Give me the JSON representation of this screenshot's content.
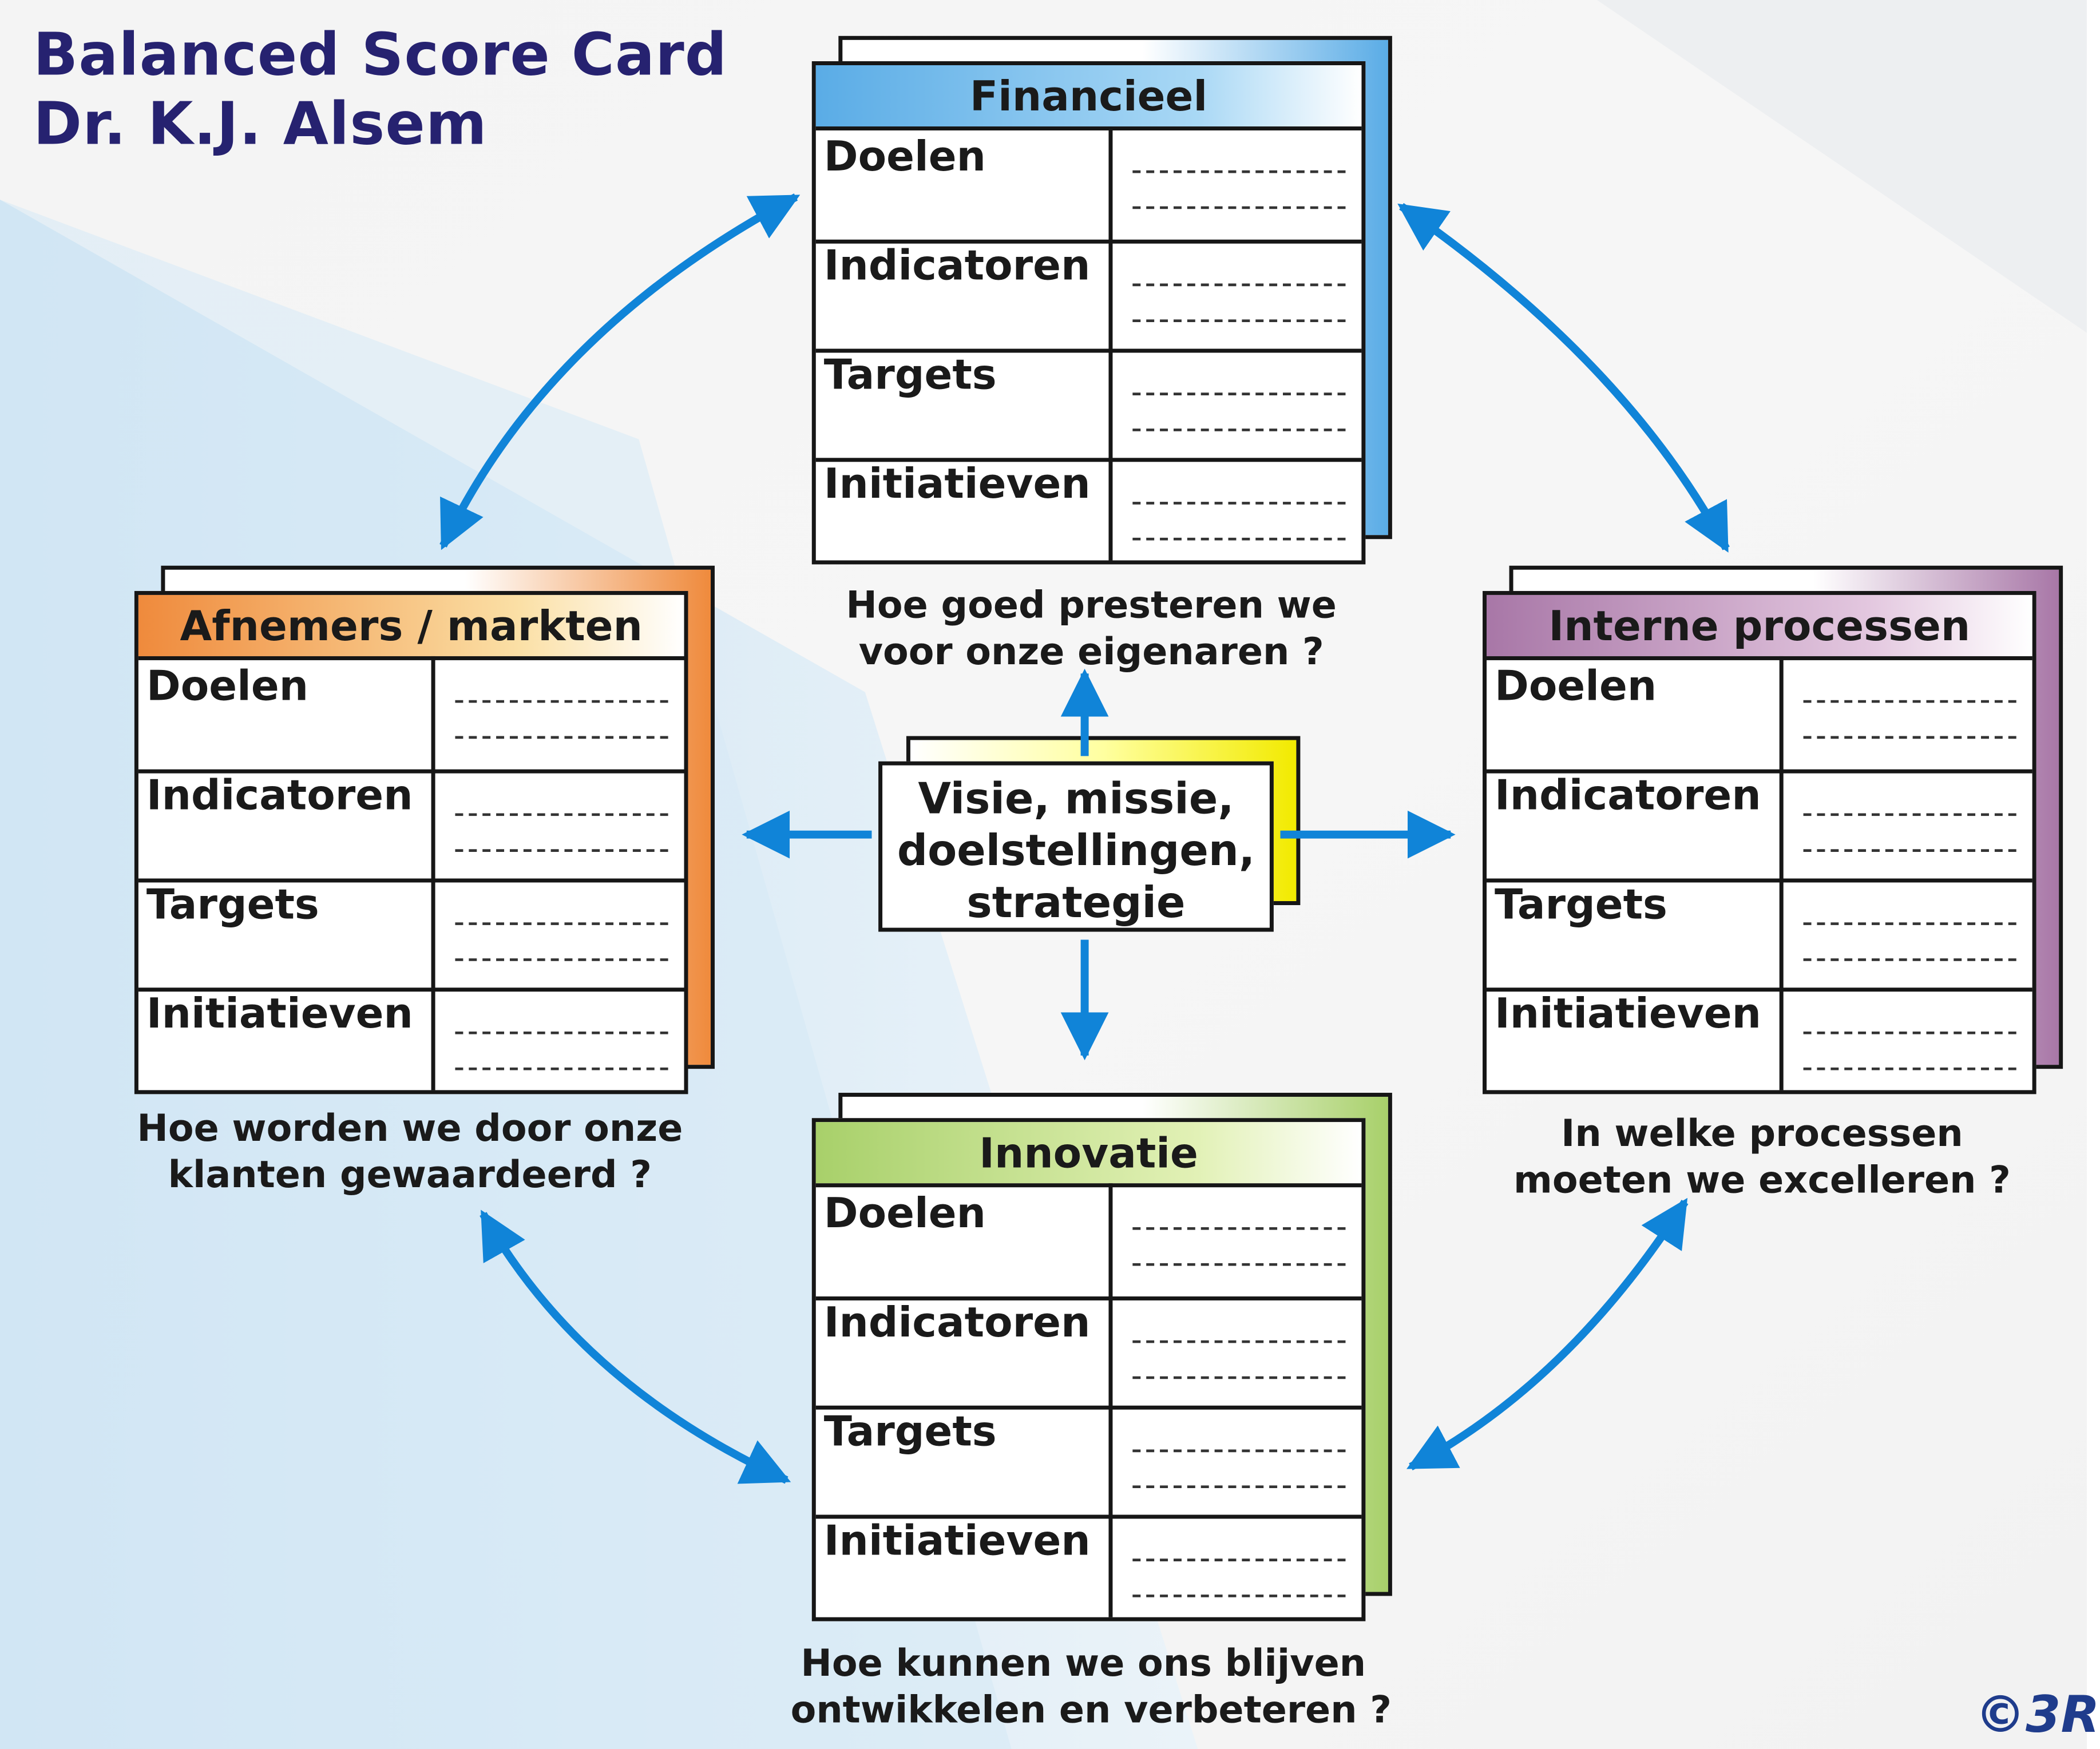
{
  "title": [
    "Balanced Score Card",
    "Dr. K.J. Alsem"
  ],
  "row_labels": [
    "Doelen",
    "Indicatoren",
    "Targets",
    "Initiatieven"
  ],
  "cards": {
    "financieel": {
      "title": "Financieel",
      "question": [
        "Hoe goed presteren we",
        "voor onze eigenaren ?"
      ],
      "accent": "#5aace6",
      "light": "#a9d8f5"
    },
    "afnemers": {
      "title": "Afnemers / markten",
      "question": [
        "Hoe worden we door onze",
        "klanten gewaardeerd ?"
      ],
      "accent": "#ef8a3c",
      "light": "#fbe0a6"
    },
    "intern": {
      "title": "Interne processen",
      "question": [
        "In welke processen",
        "moeten we excelleren ?"
      ],
      "accent": "#a877a7",
      "light": "#e3c7df"
    },
    "innovatie": {
      "title": "Innovatie",
      "question": [
        "Hoe kunnen we ons blijven",
        "ontwikkelen en verbeteren ?"
      ],
      "accent": "#a8d06a",
      "light": "#e2f1b6"
    }
  },
  "center": [
    "Visie, missie,",
    "doelstellingen,",
    "strategie"
  ],
  "colors": {
    "title": "#262270",
    "arrow": "#1084d8",
    "center_accent": "#f2ea00",
    "copyright": "#1f3c8c"
  },
  "copyright": "©3R"
}
